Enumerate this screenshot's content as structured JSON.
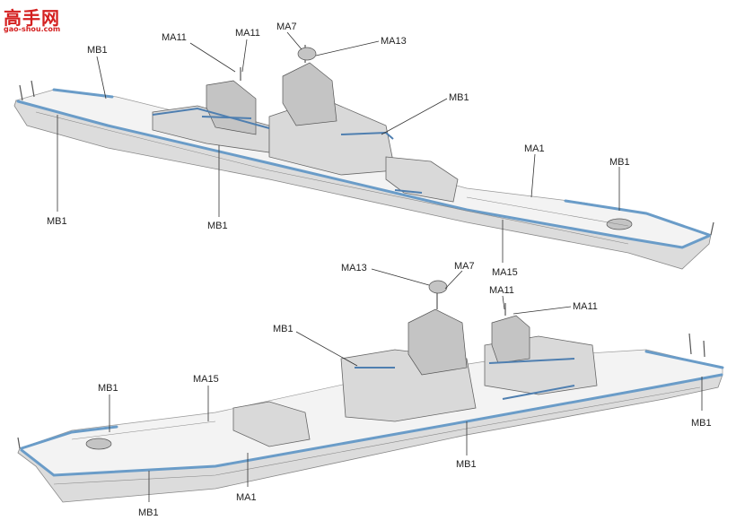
{
  "logo": {
    "main": "高手网",
    "url": "gao-shou.com"
  },
  "colors": {
    "accent_blue": "#6a9cc8",
    "logo_red": "#d42020"
  },
  "upper_ship": {
    "labels": [
      "MB1",
      "MA11",
      "MA11",
      "MA7",
      "MA13",
      "MB1",
      "MA1",
      "MB1",
      "MB1",
      "MB1",
      "MA15"
    ]
  },
  "lower_ship": {
    "labels": [
      "MA13",
      "MA7",
      "MA11",
      "MA11",
      "MB1",
      "MB1",
      "MA15",
      "MB1",
      "MB1",
      "MB1",
      "MA1"
    ]
  }
}
